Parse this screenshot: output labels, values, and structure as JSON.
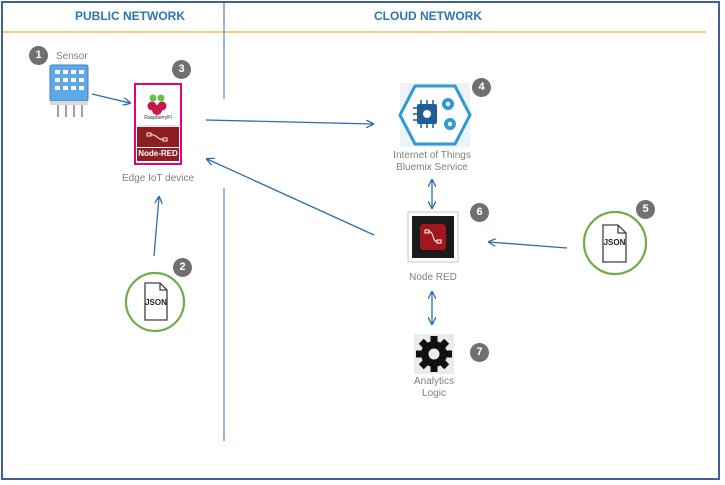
{
  "headers": {
    "public": "PUBLIC NETWORK",
    "cloud": "CLOUD NETWORK"
  },
  "nodes": {
    "sensor": {
      "label": "Sensor",
      "badge": "1"
    },
    "json_left": {
      "label": "JSON",
      "badge": "2"
    },
    "edge": {
      "label": "Edge  IoT device",
      "badge": "3",
      "brand": "RaspberryPi",
      "node_red": "Node-RED"
    },
    "iot": {
      "label_line1": "Internet of Things",
      "label_line2": "Bluemix Service",
      "badge": "4"
    },
    "json_right": {
      "label": "JSON",
      "badge": "5"
    },
    "nodered": {
      "label": "Node RED",
      "badge": "6"
    },
    "analytics": {
      "label_line1": "Analytics",
      "label_line2": "Logic",
      "badge": "7"
    }
  },
  "colors": {
    "frame": "#3f5f9e",
    "header_text": "#2e75b6",
    "header_rule": "#f2c14e",
    "divider": "#5b8fd1",
    "arrow": "#2e6db4",
    "badge": "#707070",
    "json_ring": "#70ad47",
    "nodered_red": "#a0181e",
    "rpi_pink": "#e6007e",
    "iot_blue": "#2e9bd6"
  },
  "icons": [
    "sensor-icon",
    "json-doc-icon",
    "raspberry-pi-icon",
    "node-red-icon",
    "iot-hexagon-icon",
    "gear-icon"
  ]
}
